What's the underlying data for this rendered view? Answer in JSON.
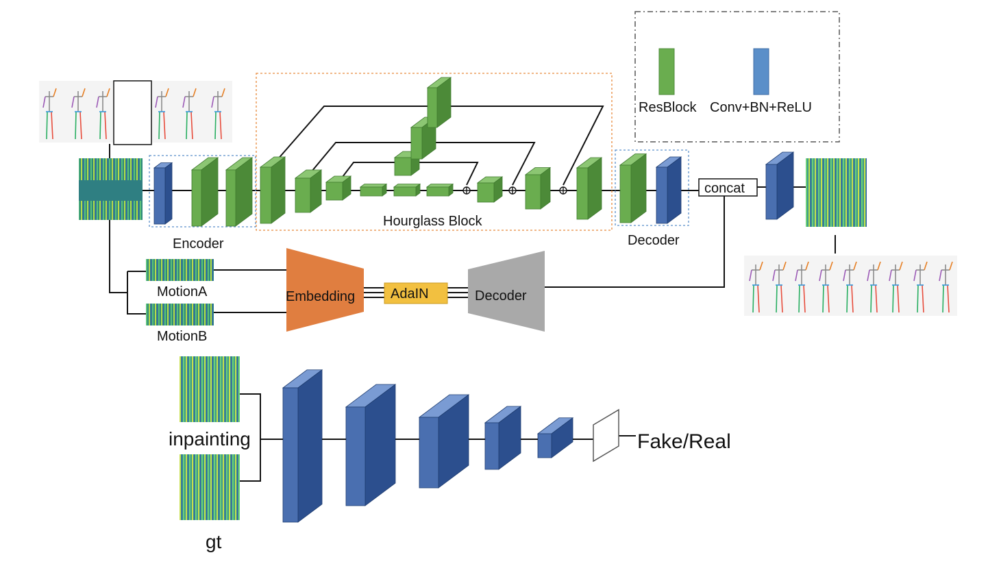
{
  "legend": {
    "resblock_label": "ResBlock",
    "conv_label": "Conv+BN+ReLU"
  },
  "labels": {
    "hourglass": "Hourglass Block",
    "encoder": "Encoder",
    "decoder_top": "Decoder",
    "concat": "concat",
    "motion_a": "MotionA",
    "motion_b": "MotionB",
    "embedding": "Embedding",
    "adain": "AdaIN",
    "decoder_bottom": "Decoder",
    "inpainting": "inpainting",
    "gt": "gt",
    "fake_real": "Fake/Real"
  },
  "colors": {
    "green_front": "#6aad4f",
    "green_side": "#4c8a38",
    "green_top": "#8cc673",
    "blue_front": "#4a6fb0",
    "blue_side": "#2c4f8e",
    "blue_top": "#7a9bd3",
    "legend_blue": "#5b8fc9",
    "embedding": "#e07e40",
    "adain": "#f2c040",
    "decoder_gray": "#a9a9a9",
    "hourglass_border": "#e8893a",
    "dashed_blue": "#5b8fc9",
    "heat_bg": "#2e7d7a"
  }
}
